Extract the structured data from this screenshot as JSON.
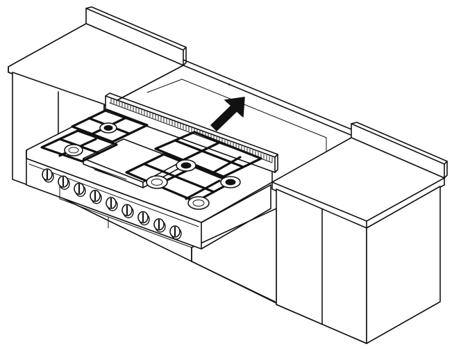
{
  "diagram": {
    "arrow_color": "#111111",
    "line_color": "#111111",
    "background": "#ffffff",
    "components": [
      "left-counter",
      "rangetop",
      "right-counter",
      "wall"
    ],
    "burner_count": 6,
    "griddle_count": 1,
    "knob_count": 9
  }
}
